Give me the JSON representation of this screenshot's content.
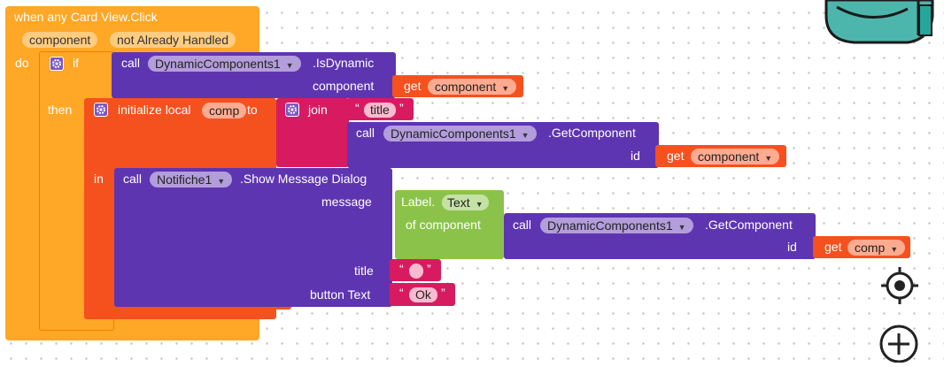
{
  "event": {
    "title": "when any Card View.Click",
    "param1": "component",
    "param2": "not Already Handled",
    "do": "do"
  },
  "if_block": {
    "if": "if",
    "then": "then"
  },
  "isdynamic": {
    "call": "call",
    "component": "DynamicComponents1",
    "method": ".IsDynamic",
    "arg": "component"
  },
  "get1": {
    "get": "get",
    "var": "component"
  },
  "local": {
    "label": "initialize local",
    "var": "comp",
    "to": "to",
    "in": "in"
  },
  "join": {
    "label": "join"
  },
  "str_title": {
    "value": "title"
  },
  "getcomp1": {
    "call": "call",
    "component": "DynamicComponents1",
    "method": ".GetComponent",
    "arg": "id"
  },
  "get2": {
    "get": "get",
    "var": "component"
  },
  "notify": {
    "call": "call",
    "component": "Notifiche1",
    "method": ".Show Message Dialog",
    "message": "message",
    "title": "title",
    "button_text": "button Text"
  },
  "label_text": {
    "label": "Label.",
    "prop": "Text",
    "of": "of component"
  },
  "getcomp2": {
    "call": "call",
    "component": "DynamicComponents1",
    "method": ".GetComponent",
    "arg": "id"
  },
  "get3": {
    "get": "get",
    "var": "comp"
  },
  "str_empty": {
    "value": ""
  },
  "str_ok": {
    "value": "Ok"
  },
  "colors": {
    "event": "#ffa726",
    "control": "#ffa726",
    "variable": "#f4511e",
    "text": "#d81b60",
    "component": "#5e35b1",
    "label": "#8bc34a",
    "get": "#f4511e"
  },
  "icons": [
    "gear-icon",
    "backpack-icon",
    "target-icon",
    "zoom-in-icon"
  ]
}
